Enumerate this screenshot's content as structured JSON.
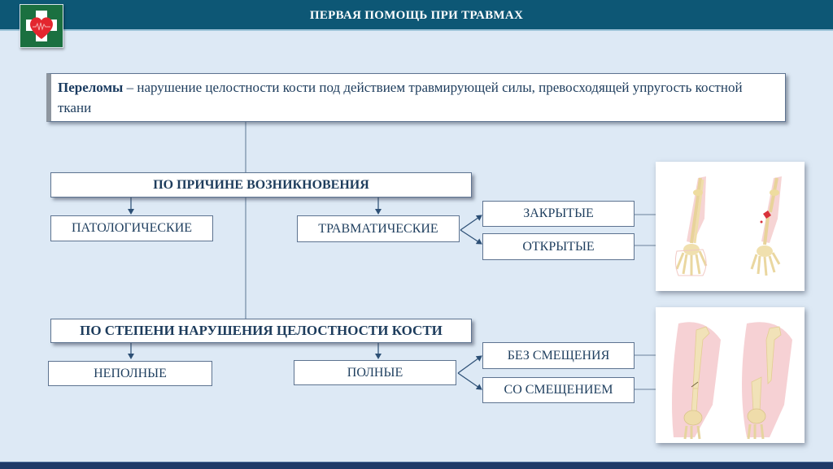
{
  "header": {
    "title": "ПЕРВАЯ ПОМОЩЬ ПРИ ТРАВМАХ",
    "logo_icon": "first-aid-cross-heart-icon"
  },
  "definition": {
    "term": "Переломы",
    "text": " – нарушение целостности кости под действием травмирующей силы, превосходящей упругость костной ткани"
  },
  "classification_by_cause": {
    "title": "ПО ПРИЧИНЕ ВОЗНИКНОВЕНИЯ",
    "types": [
      {
        "label": "ПАТОЛОГИЧЕСКИЕ"
      },
      {
        "label": "ТРАВМАТИЧЕСКИЕ",
        "subtypes": [
          "ЗАКРЫТЫЕ",
          "ОТКРЫТЫЕ"
        ]
      }
    ],
    "illustration": "closed-and-open-forearm-fracture-illustration"
  },
  "classification_by_degree": {
    "title": "ПО СТЕПЕНИ НАРУШЕНИЯ ЦЕЛОСТНОСТИ КОСТИ",
    "types": [
      {
        "label": "НЕПОЛНЫЕ"
      },
      {
        "label": "ПОЛНЫЕ",
        "subtypes": [
          "БЕЗ СМЕЩЕНИЯ",
          "СО СМЕЩЕНИЕМ"
        ]
      }
    ],
    "illustration": "femur-fracture-without-and-with-displacement-illustration"
  },
  "colors": {
    "header_bg": "#0d5775",
    "page_bg": "#dde9f5",
    "footer_bg": "#1f3a68",
    "text": "#1f3f5f",
    "connector": "#4a6a8c",
    "logo_bg": "#1b7040",
    "heart": "#e3262e"
  }
}
